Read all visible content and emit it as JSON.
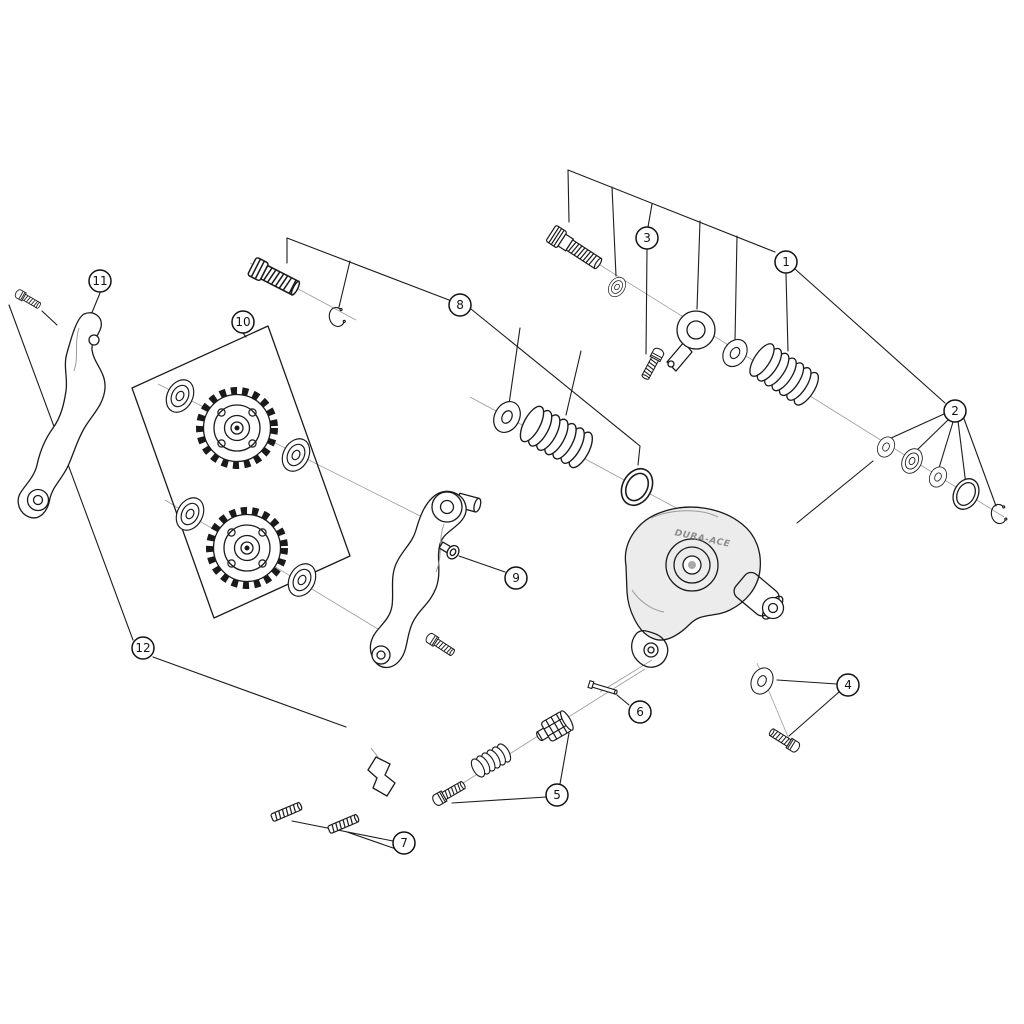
{
  "diagram": {
    "brand_text": "DURA-ACE",
    "background_color": "#ffffff",
    "line_color": "#1a1a1a",
    "callouts": [
      {
        "label": "1"
      },
      {
        "label": "2"
      },
      {
        "label": "3"
      },
      {
        "label": "4"
      },
      {
        "label": "5"
      },
      {
        "label": "6"
      },
      {
        "label": "7"
      },
      {
        "label": "8"
      },
      {
        "label": "9"
      },
      {
        "label": "10"
      },
      {
        "label": "11"
      },
      {
        "label": "12"
      }
    ]
  }
}
